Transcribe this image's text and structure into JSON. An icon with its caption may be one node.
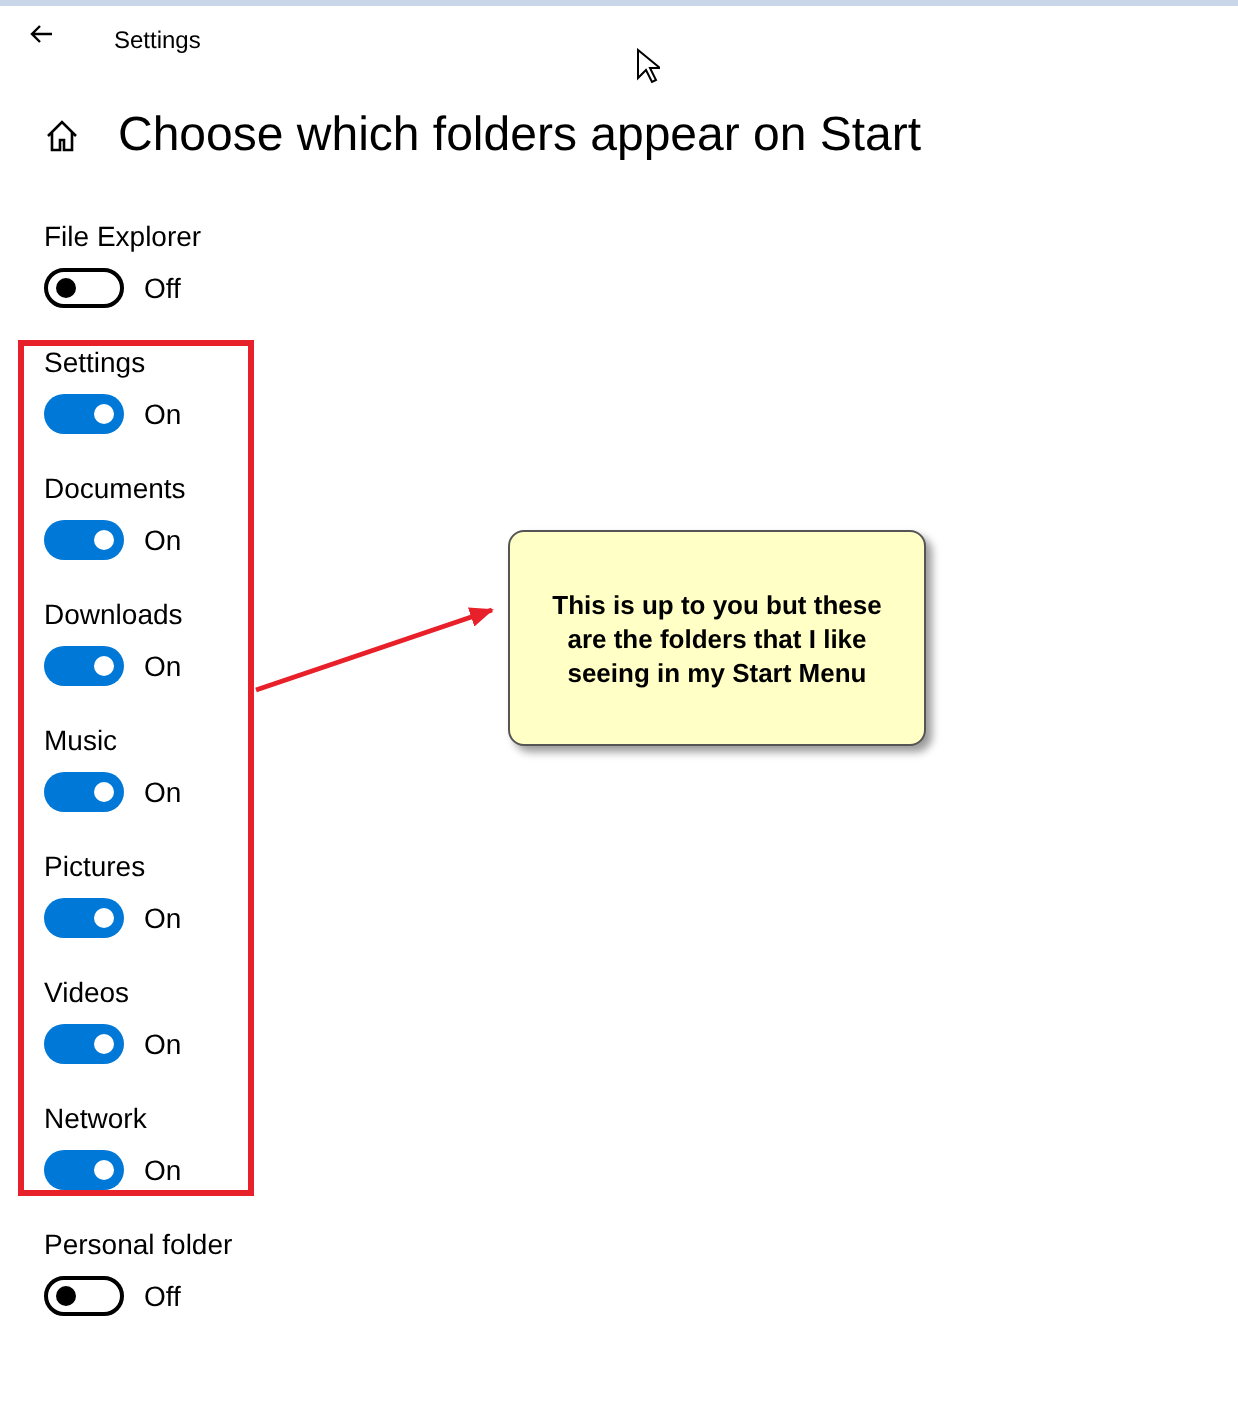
{
  "diagram": {
    "title": "Choose which folders appear on Start",
    "nodes": [
      {
        "text": [],
        "shape": "box"
      },
      {
        "text": [
          "This is up to you but these are the folders that I like seeing in my Start Menu"
        ]
      }
    ],
    "edges": [
      {
        "from": 0,
        "to": 1,
        "arrow": "to",
        "color": "#e8202a"
      }
    ],
    "labels": [
      "Settings",
      "File Explorer",
      "Off",
      "Settings",
      "On",
      "Documents",
      "On",
      "Downloads",
      "On",
      "Music",
      "On",
      "Pictures",
      "On",
      "Videos",
      "On",
      "Network",
      "On",
      "Personal folder",
      "Off"
    ]
  }
}
